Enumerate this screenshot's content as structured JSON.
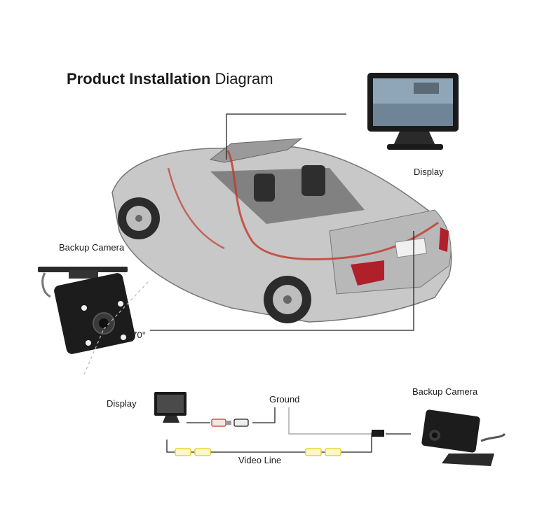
{
  "title": {
    "bold": "Product Installation",
    "light": "Diagram"
  },
  "labels": {
    "display_top": "Display",
    "backup_camera_left": "Backup Camera",
    "angle": "170°",
    "display_bottom": "Display",
    "ground": "Ground",
    "backup_camera_bottom": "Backup Camera",
    "video_line": "Video Line"
  },
  "icons": [
    "monitor-icon",
    "car-illustration",
    "backup-camera-icon",
    "rca-connector-icon"
  ],
  "colors": {
    "line": "#222222",
    "car_red": "#c0392b",
    "connector_yellow": "#e8d23a",
    "connector_red": "#c0392b"
  }
}
